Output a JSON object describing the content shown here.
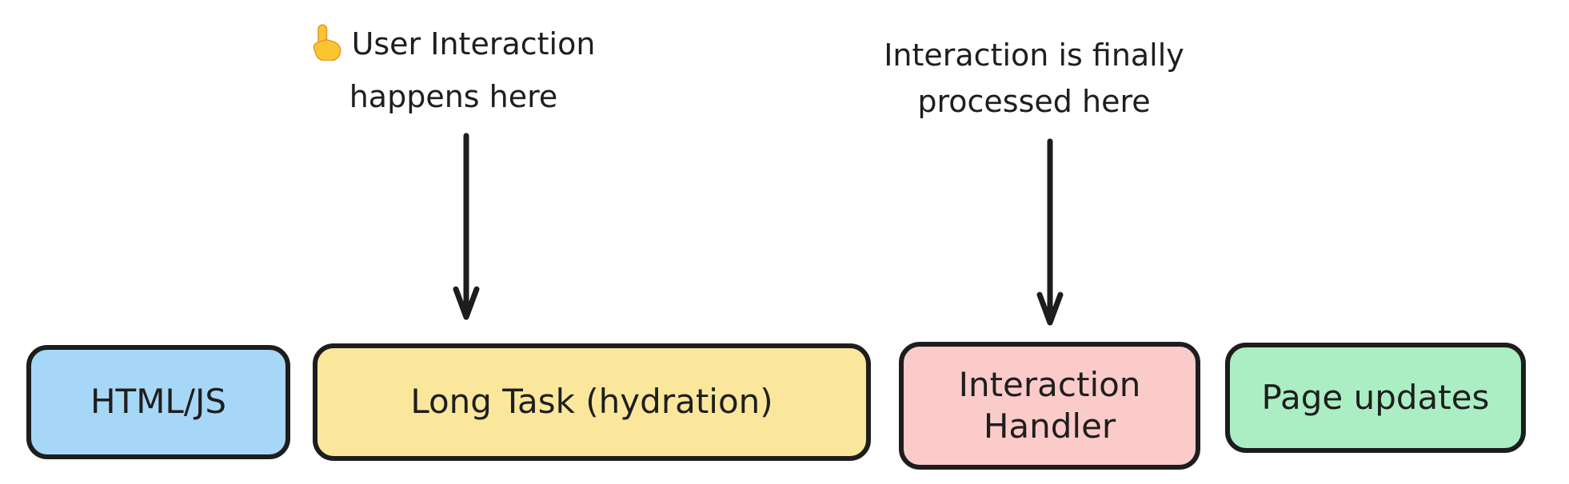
{
  "diagram": {
    "background_color": "#ffffff",
    "stroke_color": "#1d1d1d",
    "text_color": "#1e1e1e"
  },
  "annotations": {
    "user_interaction": {
      "icon": "pointing-up-emoji",
      "icon_color": "#fbc531",
      "line1": "User Interaction",
      "line2": "happens here",
      "points_to": "Long Task (hydration)"
    },
    "processed": {
      "line1": "Interaction is finally",
      "line2": "processed here",
      "points_to": "Interaction Handler"
    }
  },
  "boxes": [
    {
      "label": "HTML/JS",
      "fill": "#a7d7f6"
    },
    {
      "label": "Long Task (hydration)",
      "fill": "#fae79b"
    },
    {
      "label": "Interaction Handler",
      "fill": "#fbcbca"
    },
    {
      "label": "Page updates",
      "fill": "#abeec3"
    }
  ]
}
